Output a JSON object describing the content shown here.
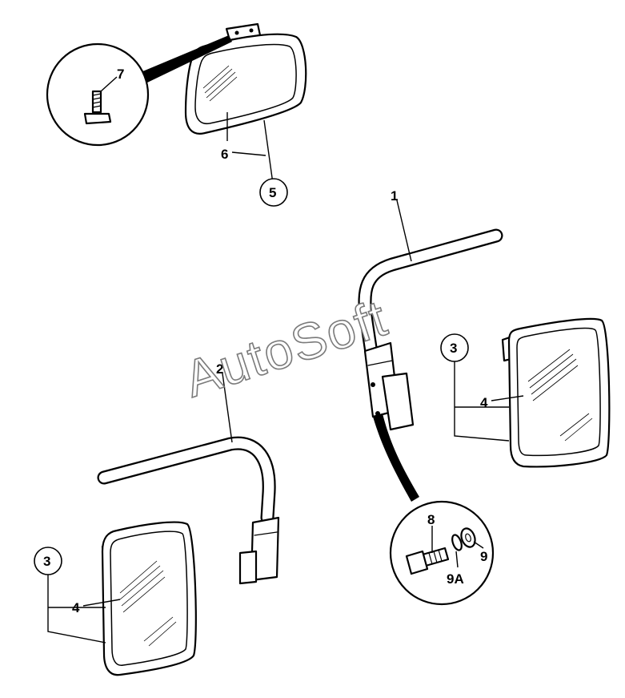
{
  "watermark": "AutoSoft",
  "callouts": {
    "c1": "1",
    "c2": "2",
    "c3a": "3",
    "c3b": "3",
    "c4a": "4",
    "c4b": "4",
    "c5": "5",
    "c6": "6",
    "c7": "7",
    "c8": "8",
    "c9": "9",
    "c9a": "9A"
  }
}
